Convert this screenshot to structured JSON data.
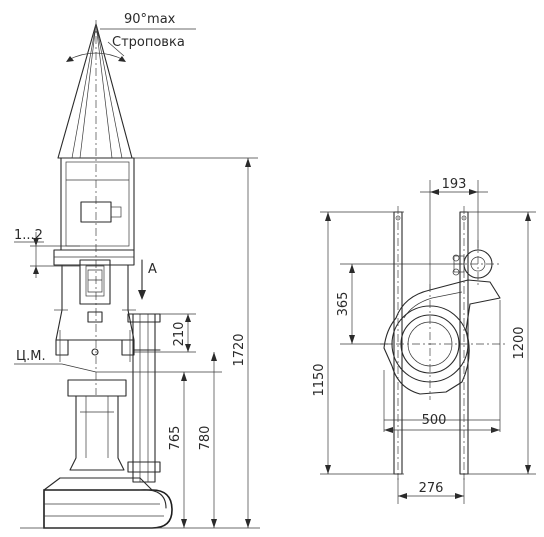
{
  "annotations": {
    "angle": "90°max",
    "slinging": "Строповка",
    "gap": "1...2",
    "view": "A",
    "center_of_mass": "Ц.М."
  },
  "dimensions": {
    "overall_height": "1720",
    "d780": "780",
    "d765": "765",
    "d210": "210",
    "d193": "193",
    "d365": "365",
    "d1150": "1150",
    "d1200": "1200",
    "d500": "500",
    "d276": "276"
  }
}
